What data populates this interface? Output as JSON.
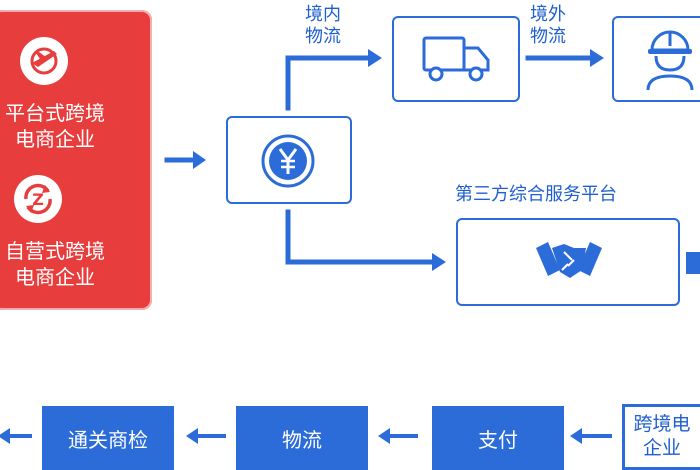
{
  "panel": {
    "platform_label_line1": "平台式跨境",
    "platform_label_line2": "电商企业",
    "self_label_line1": "自营式跨境",
    "self_label_line2": "电商企业",
    "platform_icon": "airplane-globe-icon",
    "self_icon": "refresh-z-icon"
  },
  "center": {
    "icon": "yen-coin-icon"
  },
  "top_flow": {
    "domestic_label_line1": "境内",
    "domestic_label_line2": "物流",
    "overseas_label_line1": "境外",
    "overseas_label_line2": "物流",
    "truck_icon": "truck-icon",
    "worker_icon": "worker-helmet-icon"
  },
  "third_party": {
    "label": "第三方综合服务平台",
    "icon": "handshake-icon"
  },
  "bottom_flow": {
    "items": [
      "跨境电",
      "企业",
      "支付",
      "物流",
      "通关商检"
    ]
  },
  "colors": {
    "blue": "#2b6cd8",
    "red": "#e83d3d"
  }
}
